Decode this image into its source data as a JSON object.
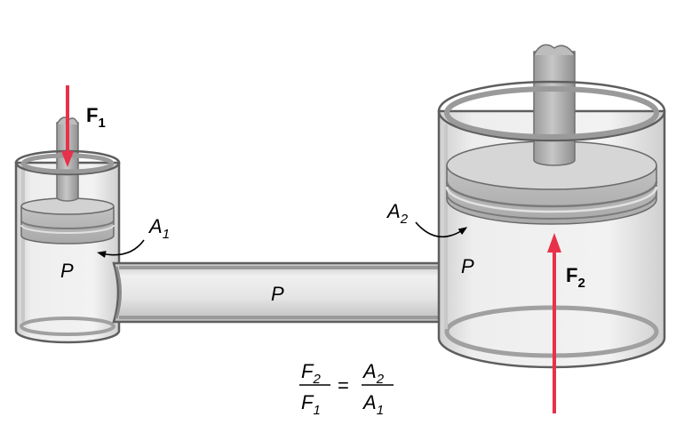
{
  "labels": {
    "f1": {
      "main": "F",
      "sub": "1"
    },
    "f2": {
      "main": "F",
      "sub": "2"
    },
    "a1": {
      "main": "A",
      "sub": "1"
    },
    "a2": {
      "main": "A",
      "sub": "2"
    },
    "p_small": "P",
    "p_tube": "P",
    "p_large": "P"
  },
  "equation": {
    "left_num": {
      "main": "F",
      "sub": "2"
    },
    "left_den": {
      "main": "F",
      "sub": "1"
    },
    "equals": "=",
    "right_num": {
      "main": "A",
      "sub": "2"
    },
    "right_den": {
      "main": "A",
      "sub": "1"
    }
  },
  "colors": {
    "force_arrow": "#e8314a",
    "metal": "#b8b8b8",
    "metal_dark": "#5e5e5e",
    "glass": "#eeeeee"
  }
}
